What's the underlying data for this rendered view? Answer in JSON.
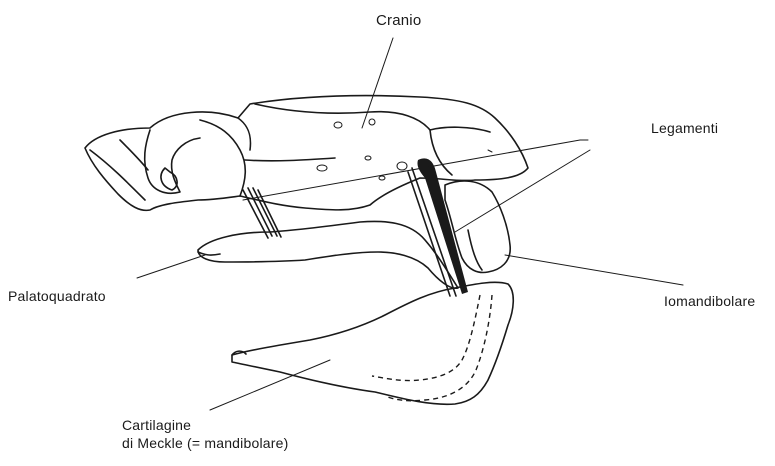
{
  "labels": {
    "cranio": "Cranio",
    "legamenti": "Legamenti",
    "palatoquadrato": "Palatoquadrato",
    "iomandibolare": "Iomandibolare",
    "cartilagine_line1": "Cartilagine",
    "cartilagine_line2": "di Meckle (= mandibolare)"
  }
}
